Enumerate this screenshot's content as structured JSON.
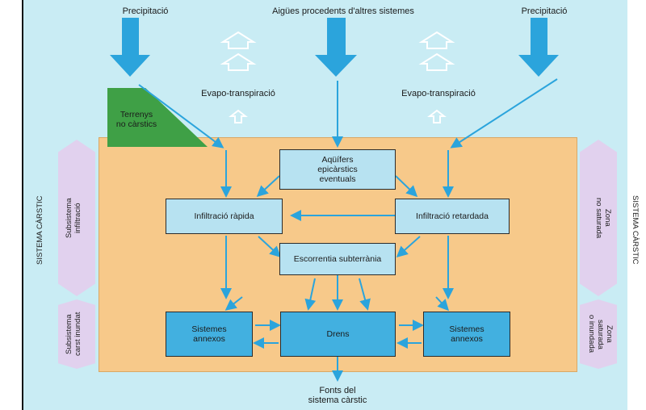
{
  "top_labels": {
    "precip_left": "Precipitació",
    "other_systems": "Aigües procedents d'altres sistemes",
    "precip_right": "Precipitació"
  },
  "evapo": {
    "left": "Evapo-transpiració",
    "right": "Evapo-transpiració"
  },
  "terrain": "Terrenys\nno càrstics",
  "side_labels": {
    "left_system": "SISTEMA CÀRSTIC",
    "right_system": "SISTEMA CÀRSTIC",
    "infiltration_subsystem": "Subsistema\ninfiltració",
    "flooded_subsystem": "Subsistema\ncarst inundat",
    "unsaturated_zone": "Zona\nno saturada",
    "saturated_zone": "Zona\nsaturada\no inundada"
  },
  "boxes": {
    "epikarst": "Aqüífers\nepicàrstics\neventuals",
    "fast_infiltration": "Infiltració ràpida",
    "slow_infiltration": "Infiltració retardada",
    "underground_runoff": "Escorrentia subterrània",
    "annex_left": "Sistemes\nannexos",
    "drains": "Drens",
    "annex_right": "Sistemes\nannexos"
  },
  "outlet": "Fonts del\nsistema càrstic",
  "colors": {
    "sky": "#c9ecf4",
    "karst": "#f7c98a",
    "arrow": "#2ba4dc",
    "box_light": "#b7e2f1",
    "box_dark": "#42b0e0",
    "terrain": "#3fa046",
    "side_hex": "#e1d1ee"
  }
}
